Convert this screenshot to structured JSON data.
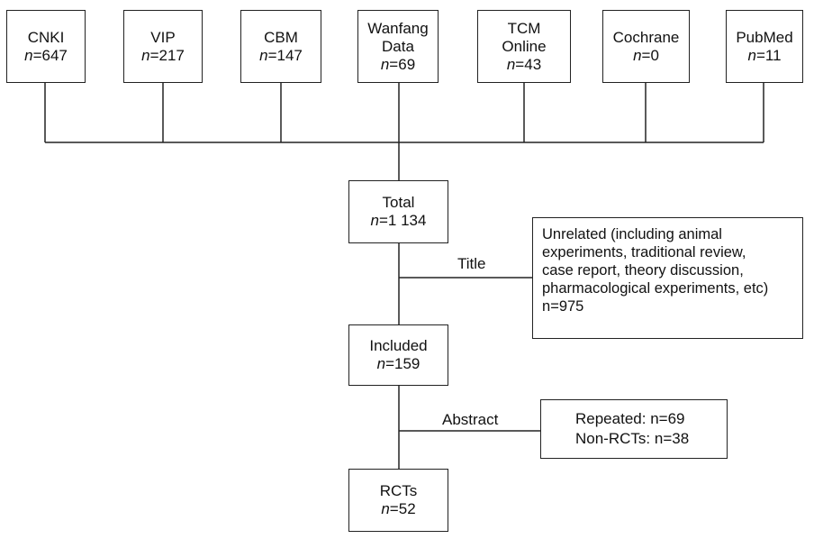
{
  "databases": [
    {
      "name": "CNKI",
      "count": "647"
    },
    {
      "name": "VIP",
      "count": "217"
    },
    {
      "name": "CBM",
      "count": "147"
    },
    {
      "name": "Wanfang",
      "name2": "Data",
      "count": "69"
    },
    {
      "name": "TCM",
      "name2": "Online",
      "count": "43"
    },
    {
      "name": "Cochrane",
      "count": "0"
    },
    {
      "name": "PubMed",
      "count": "11"
    }
  ],
  "n_prefix": "n",
  "total": {
    "label": "Total",
    "count": "1 134"
  },
  "step1": {
    "label": "Title"
  },
  "exclusion1": {
    "lines": [
      "Unrelated (including animal",
      "experiments, traditional review,",
      "case report, theory discussion,",
      "pharmacological experiments, etc)"
    ],
    "count": "975"
  },
  "included": {
    "label": "Included",
    "count": "159"
  },
  "step2": {
    "label": "Abstract"
  },
  "exclusion2": {
    "repeated_label": "Repeated: ",
    "repeated_count": "69",
    "nonrct_label": "Non-RCTs: ",
    "nonrct_count": "38"
  },
  "final": {
    "label": "RCTs",
    "count": "52"
  }
}
